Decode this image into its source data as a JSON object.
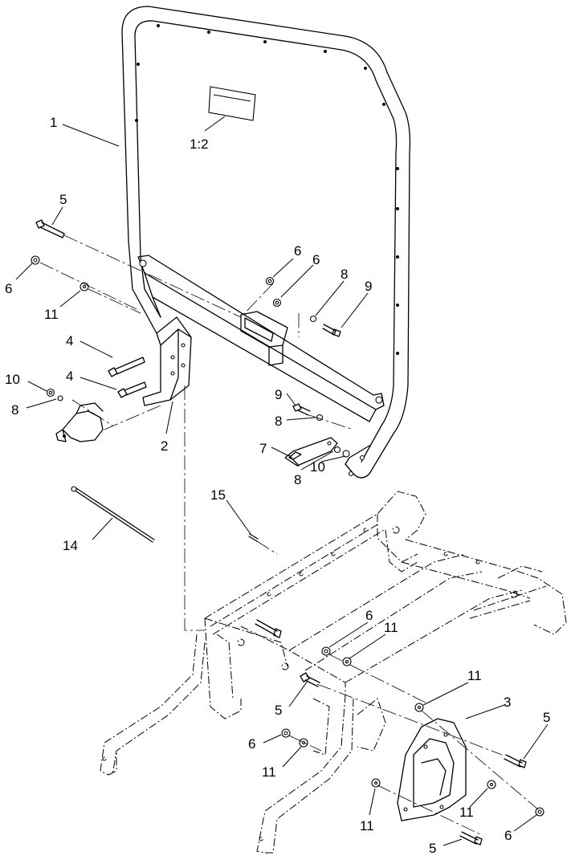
{
  "callouts": {
    "c1": "1",
    "c1_2": "1:2",
    "c2": "2",
    "c3": "3",
    "c4a": "4",
    "c4b": "4",
    "c5a": "5",
    "c5b": "5",
    "c5c": "5",
    "c5d": "5",
    "c6a": "6",
    "c6b": "6",
    "c6c": "6",
    "c6d": "6",
    "c6e": "6",
    "c6f": "6",
    "c7": "7",
    "c8a": "8",
    "c8b": "8",
    "c8c": "8",
    "c8d": "8",
    "c9a": "9",
    "c9b": "9",
    "c10a": "10",
    "c10b": "10",
    "c11a": "11",
    "c11b": "11",
    "c11c": "11",
    "c11d": "11",
    "c11e": "11",
    "c11f": "11",
    "c14": "14",
    "c15": "15"
  },
  "icons": {
    "rollbar": "roll-bar-frame",
    "decal": "decal",
    "mount_left": "mount-bracket",
    "mount_right": "mount-bracket",
    "belt": "seat-belt",
    "buckle": "seat-belt-buckle",
    "tie": "cable-tie",
    "chassis": "chassis-frame-phantom"
  }
}
